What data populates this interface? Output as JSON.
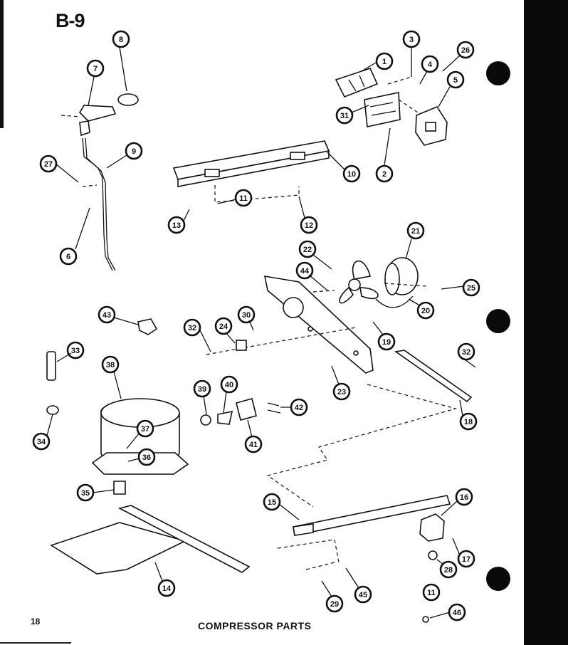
{
  "page_id": "B-9",
  "page_number": "18",
  "caption": "COMPRESSOR PARTS",
  "callouts": [
    "1",
    "2",
    "3",
    "4",
    "5",
    "6",
    "7",
    "8",
    "9",
    "10",
    "11",
    "12",
    "13",
    "14",
    "15",
    "16",
    "17",
    "18",
    "19",
    "20",
    "21",
    "22",
    "23",
    "24",
    "25",
    "26",
    "27",
    "28",
    "29",
    "30",
    "31",
    "32",
    "33",
    "34",
    "35",
    "36",
    "37",
    "38",
    "39",
    "40",
    "41",
    "42",
    "43",
    "44",
    "45",
    "46"
  ],
  "colors": {
    "ink": "#111111",
    "paper": "#ffffff"
  }
}
